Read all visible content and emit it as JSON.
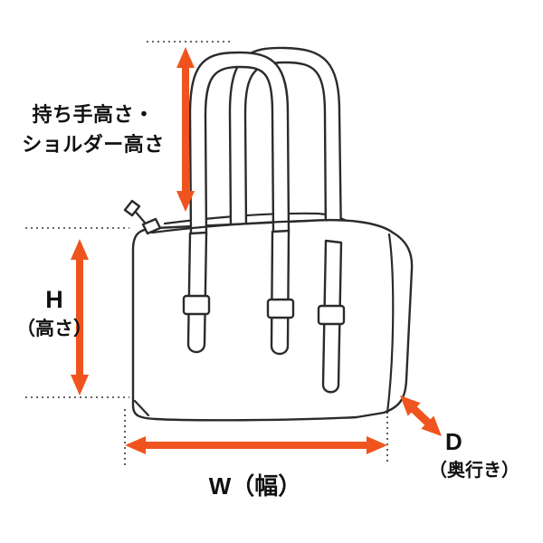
{
  "diagram": {
    "type": "bag-measurement-guide",
    "accent_color": "#F0541E",
    "line_color": "#2B2B2B",
    "labels": {
      "handle_height": {
        "line1": "持ち手高さ・",
        "line2": "ショルダー高さ"
      },
      "height": {
        "symbol": "H",
        "caption": "（高さ）"
      },
      "width": {
        "text": "W（幅）"
      },
      "depth": {
        "symbol": "D",
        "caption": "（奥行き）"
      }
    }
  }
}
